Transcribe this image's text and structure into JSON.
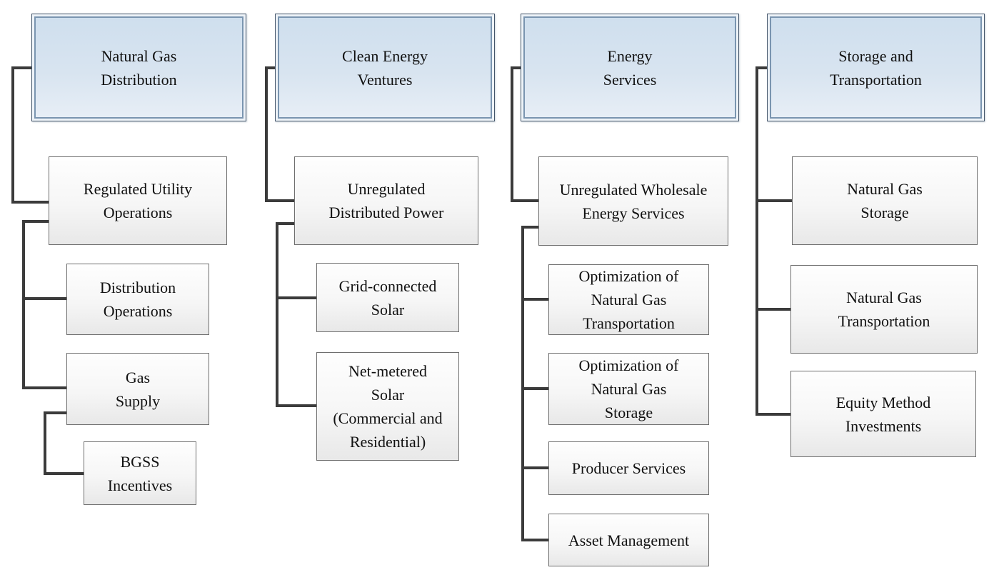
{
  "diagram": {
    "type": "org-chart",
    "connector_color": "#3b3b3b",
    "header_border_outer_color": "#44556a",
    "header_border_inner_color": "#7a95b0",
    "header_fill_top": "#cfdfee",
    "header_fill_bottom": "#e7eef6",
    "node_border_color": "#6e6e6e",
    "node_fill_top": "#fefefe",
    "node_fill_bottom": "#e8e8e8",
    "columns": [
      {
        "header": {
          "id": "natural-gas-distribution",
          "label": "Natural Gas\nDistribution"
        },
        "boxes": [
          {
            "id": "regulated-utility-operations",
            "label": "Regulated Utility\nOperations",
            "parent": "natural-gas-distribution"
          },
          {
            "id": "distribution-operations",
            "label": "Distribution\nOperations",
            "parent": "regulated-utility-operations"
          },
          {
            "id": "gas-supply",
            "label": "Gas\nSupply",
            "parent": "regulated-utility-operations"
          },
          {
            "id": "bgss-incentives",
            "label": "BGSS\nIncentives",
            "parent": "gas-supply"
          }
        ]
      },
      {
        "header": {
          "id": "clean-energy-ventures",
          "label": "Clean Energy\nVentures"
        },
        "boxes": [
          {
            "id": "unregulated-distributed-power",
            "label": "Unregulated\nDistributed Power",
            "parent": "clean-energy-ventures"
          },
          {
            "id": "grid-connected-solar",
            "label": "Grid-connected\nSolar",
            "parent": "unregulated-distributed-power"
          },
          {
            "id": "net-metered-solar",
            "label": "Net-metered\nSolar\n(Commercial and\nResidential)",
            "parent": "unregulated-distributed-power"
          }
        ]
      },
      {
        "header": {
          "id": "energy-services",
          "label": "Energy\nServices"
        },
        "boxes": [
          {
            "id": "unregulated-wholesale-energy-services",
            "label": "Unregulated Wholesale\nEnergy Services",
            "parent": "energy-services"
          },
          {
            "id": "optimization-of-natural-gas-transportation",
            "label": "Optimization of\nNatural Gas\nTransportation",
            "parent": "unregulated-wholesale-energy-services"
          },
          {
            "id": "optimization-of-natural-gas-storage",
            "label": "Optimization of\nNatural Gas\nStorage",
            "parent": "unregulated-wholesale-energy-services"
          },
          {
            "id": "producer-services",
            "label": "Producer Services",
            "parent": "unregulated-wholesale-energy-services"
          },
          {
            "id": "asset-management",
            "label": "Asset Management",
            "parent": "unregulated-wholesale-energy-services"
          }
        ]
      },
      {
        "header": {
          "id": "storage-and-transportation",
          "label": "Storage and\nTransportation"
        },
        "boxes": [
          {
            "id": "natural-gas-storage",
            "label": "Natural Gas\nStorage",
            "parent": "storage-and-transportation"
          },
          {
            "id": "natural-gas-transportation",
            "label": "Natural Gas\nTransportation",
            "parent": "storage-and-transportation"
          },
          {
            "id": "equity-method-investments",
            "label": "Equity Method\nInvestments",
            "parent": "storage-and-transportation"
          }
        ]
      }
    ]
  }
}
